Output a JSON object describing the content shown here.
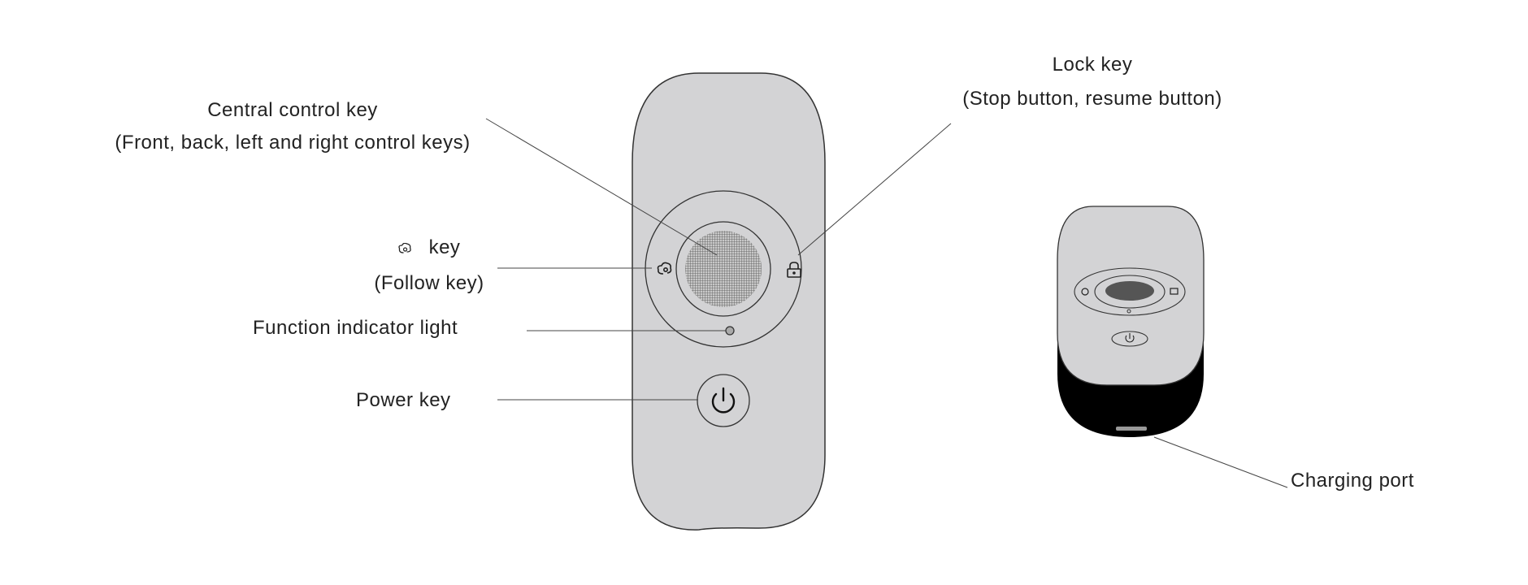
{
  "labels": {
    "central_key": "Central control key",
    "central_key_desc": "(Front, back, left and right control keys)",
    "lock_key": "Lock key",
    "lock_key_desc": "(Stop button, resume button)",
    "follow_key": "key",
    "follow_key_desc": "(Follow key)",
    "indicator": "Function indicator light",
    "power_key": "Power key",
    "charging_port": "Charging port"
  },
  "colors": {
    "body": "#d3d3d5",
    "line": "#333333",
    "base": "#000000"
  }
}
